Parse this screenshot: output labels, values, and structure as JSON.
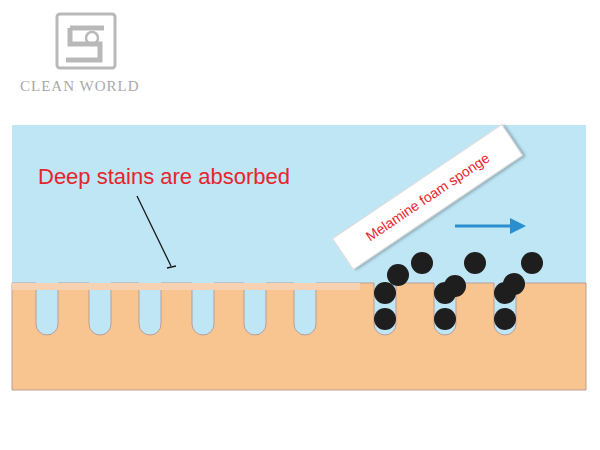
{
  "diagram": {
    "nodes": [
      {
        "text": [
          "Melamine foam sponge"
        ]
      }
    ],
    "labels": [
      "CLEAN WORLD",
      "Deep stains are absorbed"
    ]
  }
}
